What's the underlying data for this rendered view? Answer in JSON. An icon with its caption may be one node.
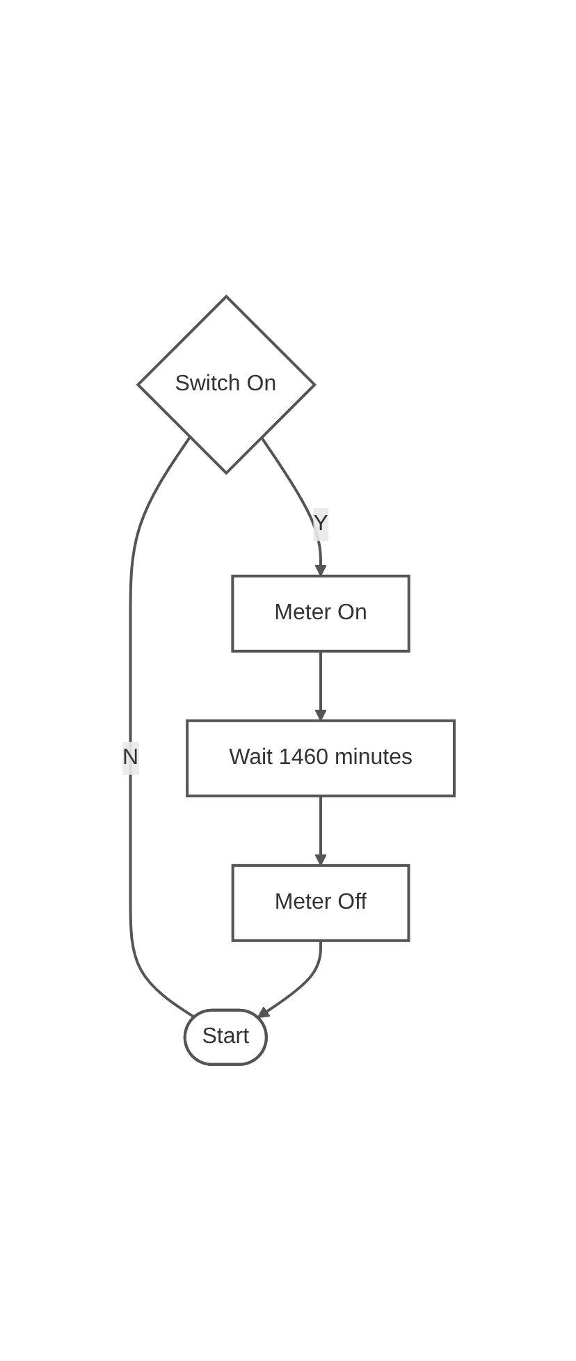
{
  "diagram": {
    "nodes": [
      {
        "text": [
          "Start"
        ]
      },
      {
        "text": [
          "Switch On"
        ]
      },
      {
        "text": [
          "Meter On"
        ]
      },
      {
        "text": [
          "Wait 1460 minutes"
        ]
      },
      {
        "text": [
          "Meter Off"
        ]
      }
    ],
    "edges": [
      {
        "from": 1,
        "to": 0,
        "arrow": "none",
        "label": "N"
      },
      {
        "from": 1,
        "to": 2,
        "arrow": "to",
        "label": "Y"
      },
      {
        "from": 2,
        "to": 3,
        "arrow": "to"
      },
      {
        "from": 3,
        "to": 4,
        "arrow": "to"
      },
      {
        "from": 4,
        "to": 0,
        "arrow": "to"
      }
    ]
  }
}
